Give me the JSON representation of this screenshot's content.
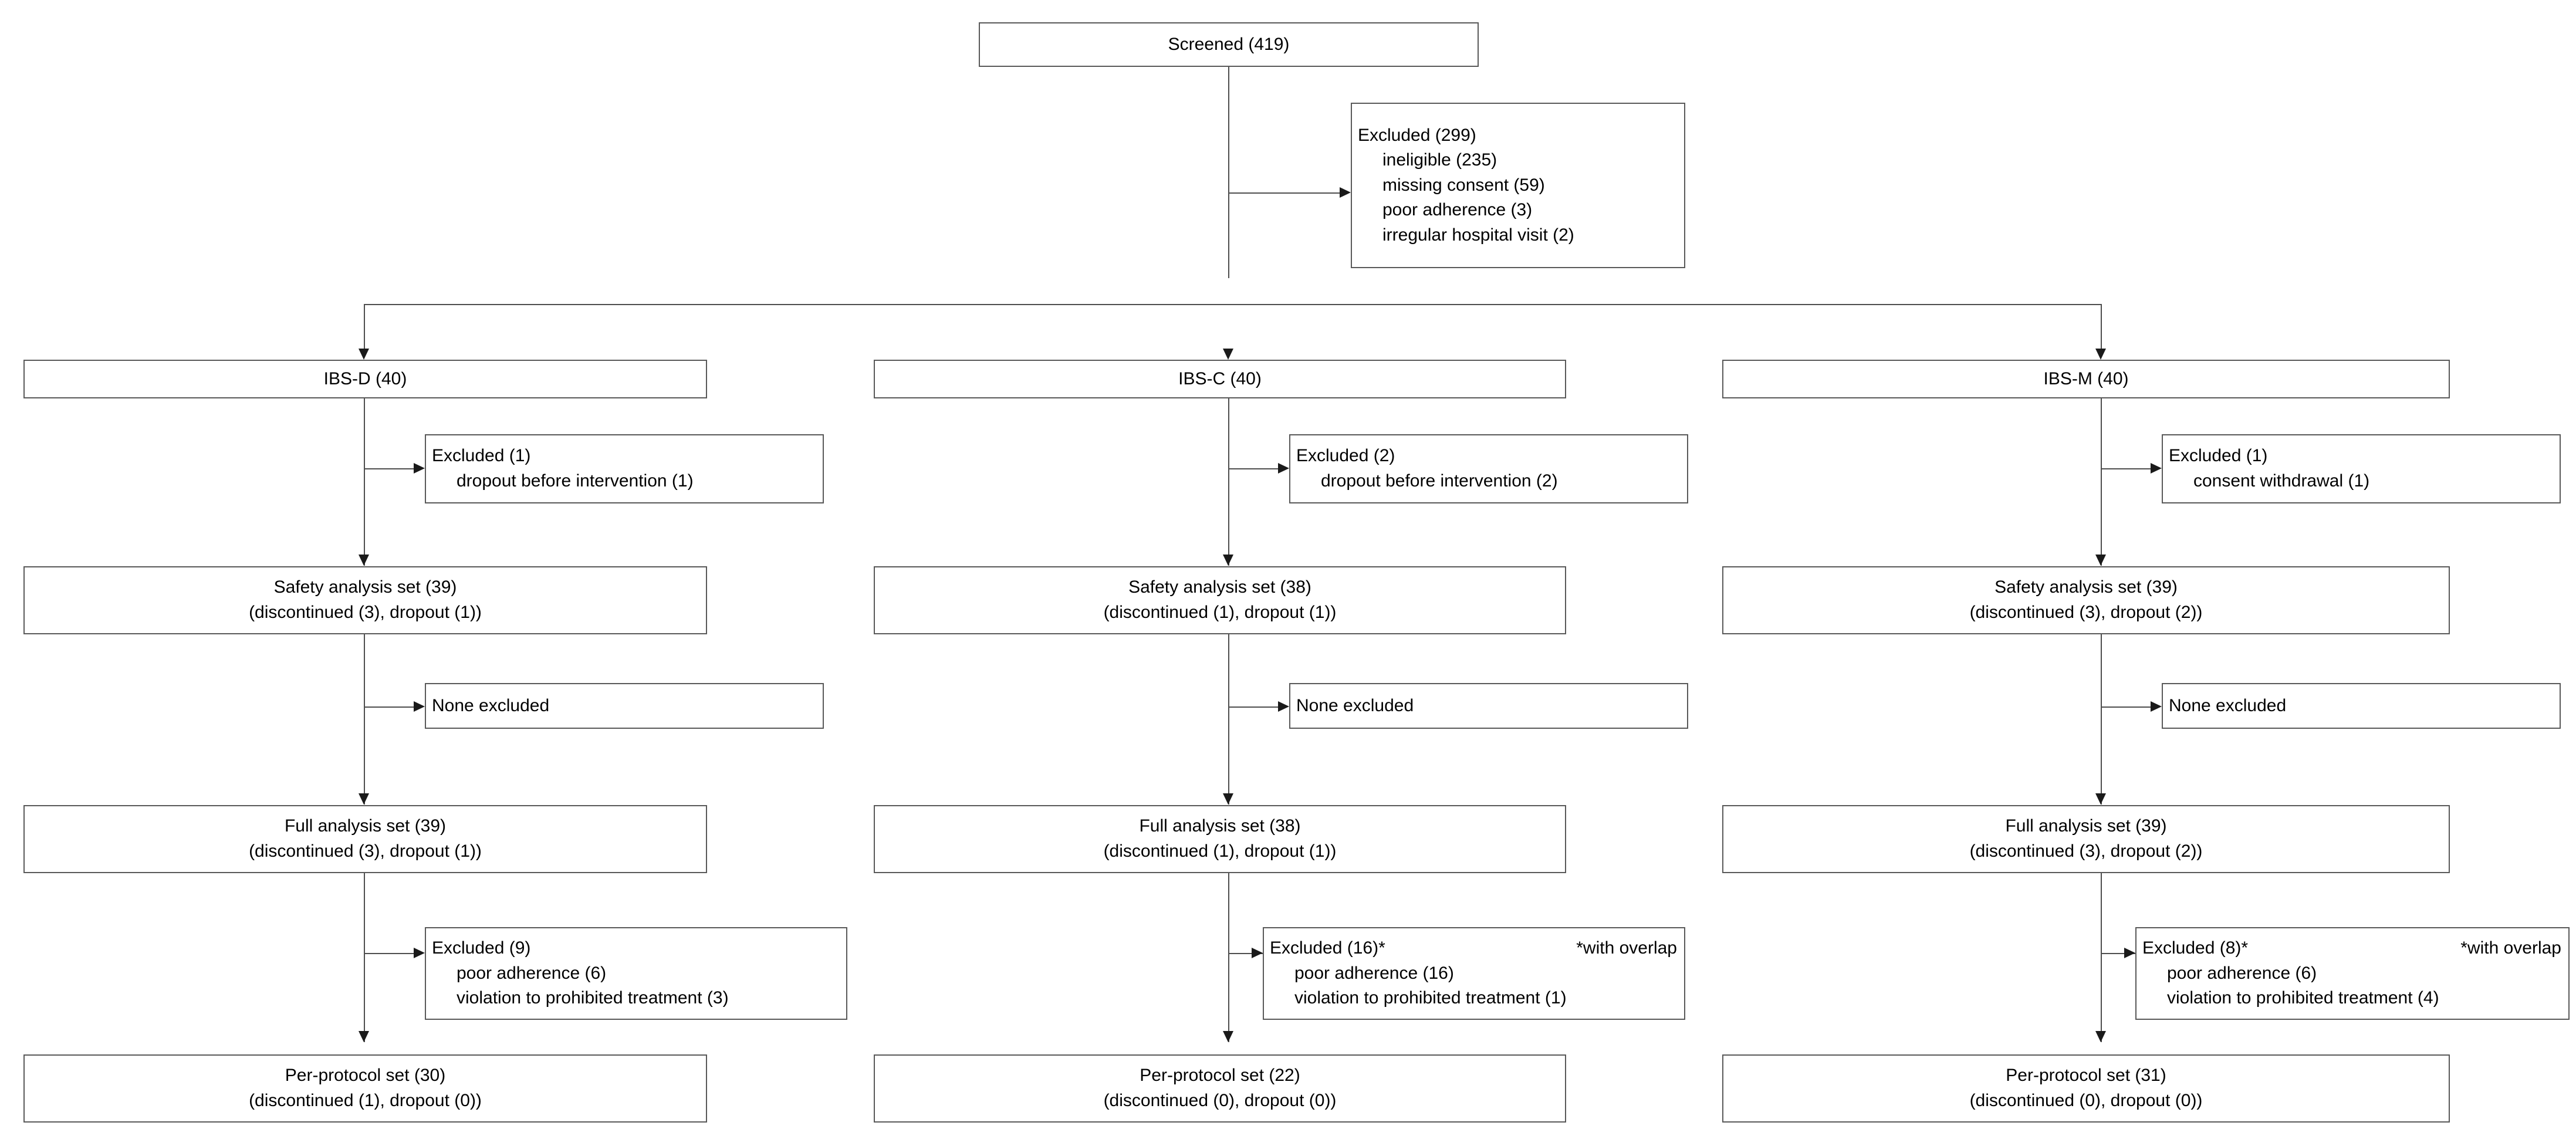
{
  "diagram": {
    "title": "CONSORT participant flow diagram",
    "type": "flowchart",
    "line_color": "#4d4d4d",
    "box_border_color": "#595959",
    "text_color": "#000000",
    "background": "#ffffff"
  },
  "screened": {
    "label": "Screened (419)"
  },
  "screening_excluded": {
    "header": "Excluded (299)",
    "reasons": [
      "ineligible (235)",
      "missing consent (59)",
      "poor adherence (3)",
      "irregular hospital visit (2)"
    ]
  },
  "groups": [
    {
      "key": "ibs-d",
      "group_label": "IBS-D (40)",
      "excluded_1": {
        "header": "Excluded (1)",
        "note": "",
        "reasons": [
          "dropout before intervention (1)"
        ]
      },
      "safety": {
        "line1": "Safety analysis set (39)",
        "line2": "(discontinued (3), dropout (1))"
      },
      "excluded_2": {
        "header": "None excluded",
        "note": "",
        "reasons": []
      },
      "full": {
        "line1": "Full analysis set (39)",
        "line2": "(discontinued (3), dropout (1))"
      },
      "excluded_3": {
        "header": "Excluded (9)",
        "note": "",
        "reasons": [
          "poor adherence (6)",
          "violation to prohibited treatment (3)"
        ]
      },
      "perprotocol": {
        "line1": "Per-protocol set (30)",
        "line2": "(discontinued (1), dropout (0))"
      }
    },
    {
      "key": "ibs-c",
      "group_label": "IBS-C (40)",
      "excluded_1": {
        "header": "Excluded (2)",
        "note": "",
        "reasons": [
          "dropout before intervention (2)"
        ]
      },
      "safety": {
        "line1": "Safety analysis set (38)",
        "line2": "(discontinued (1), dropout (1))"
      },
      "excluded_2": {
        "header": "None excluded",
        "note": "",
        "reasons": []
      },
      "full": {
        "line1": "Full analysis set (38)",
        "line2": "(discontinued (1), dropout (1))"
      },
      "excluded_3": {
        "header": "Excluded (16)*",
        "note": "*with overlap",
        "reasons": [
          "poor adherence (16)",
          "violation to prohibited treatment (1)"
        ]
      },
      "perprotocol": {
        "line1": "Per-protocol set (22)",
        "line2": "(discontinued (0), dropout (0))"
      }
    },
    {
      "key": "ibs-m",
      "group_label": "IBS-M (40)",
      "excluded_1": {
        "header": "Excluded (1)",
        "note": "",
        "reasons": [
          "consent withdrawal (1)"
        ]
      },
      "safety": {
        "line1": "Safety analysis set (39)",
        "line2": "(discontinued (3), dropout (2))"
      },
      "excluded_2": {
        "header": "None excluded",
        "note": "",
        "reasons": []
      },
      "full": {
        "line1": "Full analysis set (39)",
        "line2": "(discontinued (3), dropout (2))"
      },
      "excluded_3": {
        "header": "Excluded (8)*",
        "note": "*with overlap",
        "reasons": [
          "poor adherence (6)",
          "violation to prohibited treatment (4)"
        ]
      },
      "perprotocol": {
        "line1": "Per-protocol set (31)",
        "line2": "(discontinued (0), dropout (0))"
      }
    }
  ]
}
